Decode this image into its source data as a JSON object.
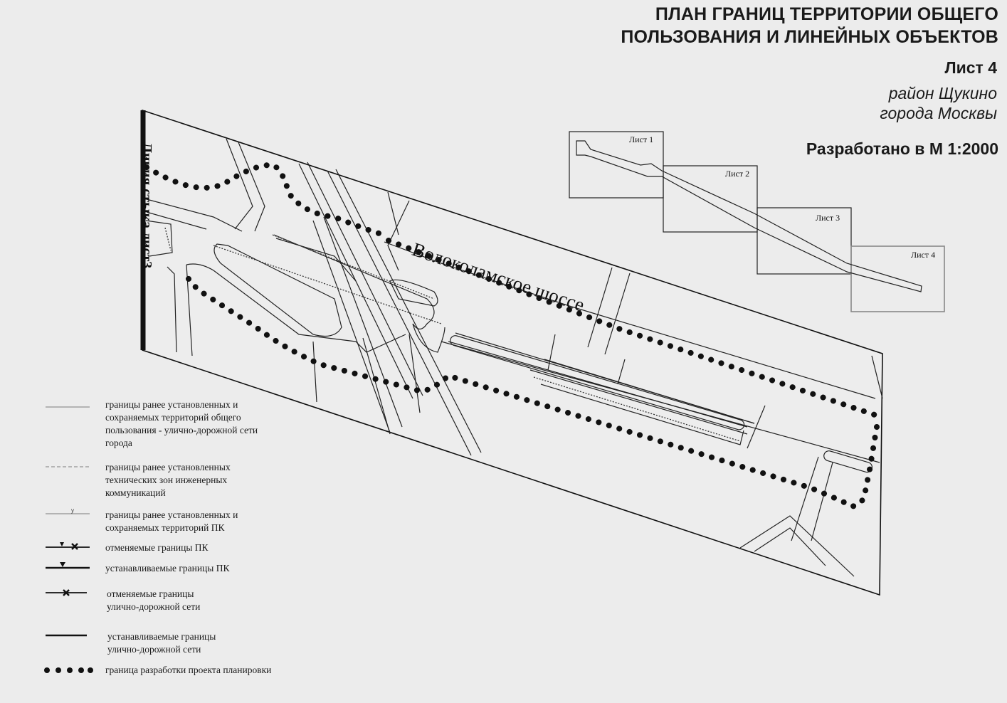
{
  "header": {
    "title_line1": "ПЛАН ГРАНИЦ ТЕРРИТОРИИ ОБЩЕГО",
    "title_line2": "ПОЛЬЗОВАНИЯ И ЛИНЕЙНЫХ ОБЪЕКТОВ",
    "sheet": "Лист 4",
    "district_line1": "район Щукино",
    "district_line2": "города Москвы",
    "scale": "Разработано в М 1:2000"
  },
  "map": {
    "joint_line_label": "Линия стыка лист3",
    "street_label": "Волоколамское шоссе"
  },
  "index_map": {
    "sheets": [
      "Лист 1",
      "Лист 2",
      "Лист 3",
      "Лист 4"
    ],
    "current_sheet": "Лист 4"
  },
  "legend": [
    {
      "symbol": "thin-line",
      "text": "границы ранее установленных и сохраняемых территорий общего пользования - улично-дорожной сети города"
    },
    {
      "symbol": "dashed-line",
      "text": "границы ранее установленных технических зон инженерных коммуникаций"
    },
    {
      "symbol": "thin-line-tick",
      "text": "границы ранее установленных и сохраняемых территорий ПК"
    },
    {
      "symbol": "line-tick-cross",
      "text": "отменяемые границы ПК"
    },
    {
      "symbol": "thick-line-tick",
      "text": "устанавливаемые границы ПК"
    },
    {
      "symbol": "line-cross",
      "text": "отменяемые границы улично-дорожной сети"
    },
    {
      "symbol": "thick-line",
      "text": "устанавливаемые границы улично-дорожной сети"
    },
    {
      "symbol": "dots",
      "text": "граница разработки проекта планировки"
    }
  ],
  "colors": {
    "background": "#ececec",
    "ink": "#111111",
    "current_sheet_frame": "#888888"
  }
}
